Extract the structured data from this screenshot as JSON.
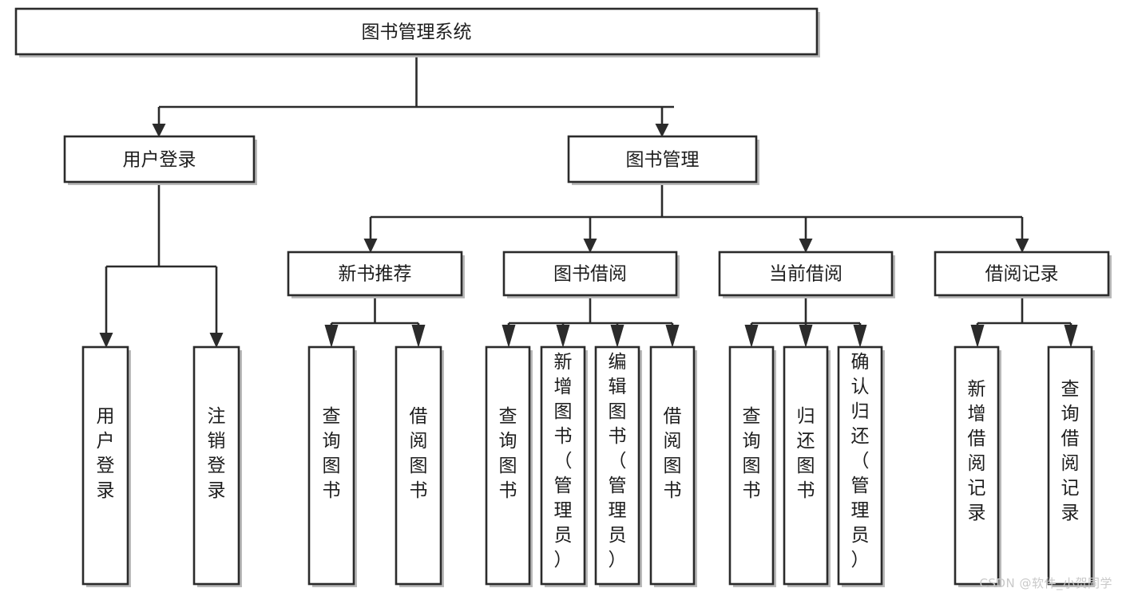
{
  "diagram": {
    "title": "图书管理系统",
    "type": "hierarchy-tree",
    "watermark": "CSDN @软件_小贺同学",
    "colors": {
      "box_stroke": "#2b2b2b",
      "box_fill": "#ffffff",
      "text": "#1d1d1d",
      "shadow": "#b9b9b9",
      "watermark": "#c9c9c9",
      "background": "#ffffff"
    },
    "levels": {
      "root": {
        "label": "图书管理系统"
      },
      "level2": [
        {
          "label": "用户登录"
        },
        {
          "label": "图书管理"
        }
      ],
      "level3": [
        {
          "label": "新书推荐"
        },
        {
          "label": "图书借阅"
        },
        {
          "label": "当前借阅"
        },
        {
          "label": "借阅记录"
        }
      ]
    },
    "leaves": {
      "user_login": [
        {
          "label": "用户登录"
        },
        {
          "label": "注销登录"
        }
      ],
      "new_book_recommend": [
        {
          "label": "查询图书"
        },
        {
          "label": "借阅图书"
        }
      ],
      "book_borrow": [
        {
          "label": "查询图书"
        },
        {
          "label": "新增图书（管理员）"
        },
        {
          "label": "编辑图书（管理员）"
        },
        {
          "label": "借阅图书"
        }
      ],
      "current_borrow": [
        {
          "label": "查询图书"
        },
        {
          "label": "归还图书"
        },
        {
          "label": "确认归还（管理员）"
        }
      ],
      "borrow_record": [
        {
          "label": "新增借阅记录"
        },
        {
          "label": "查询借阅记录"
        }
      ]
    },
    "edges": [
      {
        "from": "图书管理系统",
        "to": "用户登录"
      },
      {
        "from": "图书管理系统",
        "to": "图书管理"
      },
      {
        "from": "用户登录",
        "to": "用户登录"
      },
      {
        "from": "用户登录",
        "to": "注销登录"
      },
      {
        "from": "图书管理",
        "to": "新书推荐"
      },
      {
        "from": "图书管理",
        "to": "图书借阅"
      },
      {
        "from": "图书管理",
        "to": "当前借阅"
      },
      {
        "from": "图书管理",
        "to": "借阅记录"
      },
      {
        "from": "新书推荐",
        "to": "查询图书"
      },
      {
        "from": "新书推荐",
        "to": "借阅图书"
      },
      {
        "from": "图书借阅",
        "to": "查询图书"
      },
      {
        "from": "图书借阅",
        "to": "新增图书（管理员）"
      },
      {
        "from": "图书借阅",
        "to": "编辑图书（管理员）"
      },
      {
        "from": "图书借阅",
        "to": "借阅图书"
      },
      {
        "from": "当前借阅",
        "to": "查询图书"
      },
      {
        "from": "当前借阅",
        "to": "归还图书"
      },
      {
        "from": "当前借阅",
        "to": "确认归还（管理员）"
      },
      {
        "from": "借阅记录",
        "to": "新增借阅记录"
      },
      {
        "from": "借阅记录",
        "to": "查询借阅记录"
      }
    ]
  }
}
